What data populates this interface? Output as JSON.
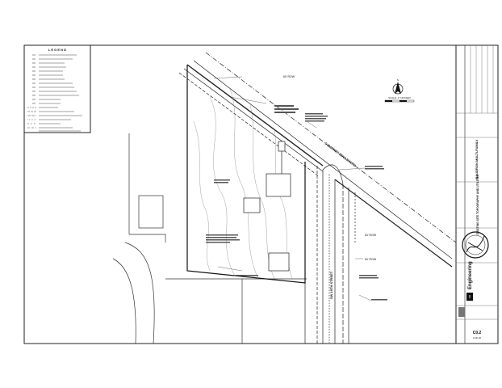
{
  "legend": {
    "title": "L E G E N D"
  },
  "drawing": {
    "north_label": "N",
    "scale_label": "SCALE: 1\"=40 FEET",
    "street_1": "S MARKET BOULEVARD",
    "street_2": "SW 19TH STREET",
    "row_1": "60' ROW",
    "row_2": "60' ROW",
    "row_3": "60' ROW"
  },
  "title_block": {
    "project": "BAUDRON MULTI-FAMILY",
    "sheet_title": "EXISTING SITE TOPOGRAPHY AND UTILITIES",
    "firm": "Engineering",
    "firm_logo": "KB",
    "sheet_number": "C0.2",
    "sheet_of": "2 OF 20"
  }
}
